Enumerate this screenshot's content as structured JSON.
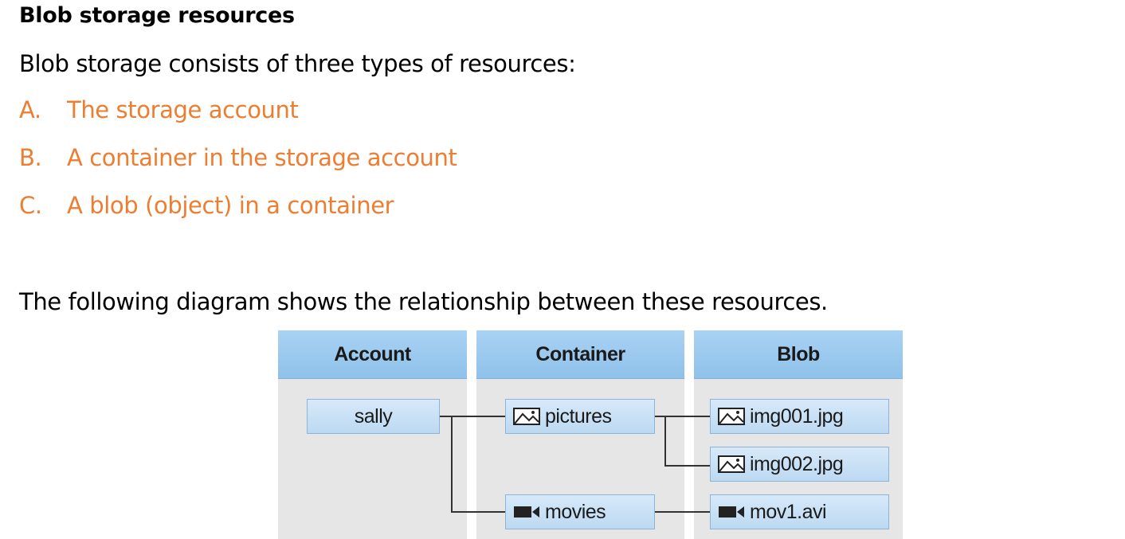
{
  "heading": "Blob storage resources",
  "intro": "Blob storage consists of three types of resources:",
  "list": [
    {
      "marker": "A.",
      "text": "The storage account"
    },
    {
      "marker": "B.",
      "text": "A container in the storage account"
    },
    {
      "marker": "C.",
      "text": "A blob (object) in a container"
    }
  ],
  "caption": "The following diagram shows the relationship between these resources.",
  "colors": {
    "list_text": "#ED7D31",
    "header_bg": "#9CC9EE",
    "column_bg": "#E6E6E6",
    "node_bg": "#C9E1F6"
  },
  "diagram": {
    "columns": [
      "Account",
      "Container",
      "Blob"
    ],
    "account": {
      "label": "sally"
    },
    "containers": [
      {
        "label": "pictures",
        "icon": "image-icon"
      },
      {
        "label": "movies",
        "icon": "video-camera-icon"
      }
    ],
    "blobs": [
      {
        "label": "img001.jpg",
        "icon": "image-icon"
      },
      {
        "label": "img002.jpg",
        "icon": "image-icon"
      },
      {
        "label": "mov1.avi",
        "icon": "video-camera-icon"
      }
    ]
  }
}
